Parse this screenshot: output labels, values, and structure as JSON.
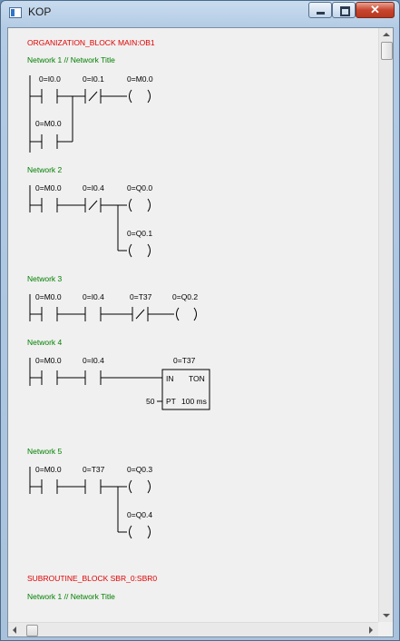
{
  "window": {
    "title": "KOP",
    "close_glyph": "✕",
    "icons": {
      "app": "app-icon",
      "minimize": "minimize-icon",
      "maximize": "maximize-icon",
      "close": "close-icon"
    }
  },
  "colors": {
    "header_red": "#e00000",
    "network_green": "#008000"
  },
  "blocks": {
    "main": {
      "header": "ORGANIZATION_BLOCK MAIN:OB1",
      "network1": {
        "title": "Network 1 // Network Title",
        "c1": "0=I0.0",
        "c2": "0=I0.1",
        "coil": "0=M0.0",
        "c3": "0=M0.0"
      },
      "network2": {
        "title": "Network 2",
        "c1": "0=M0.0",
        "c2": "0=I0.4",
        "coil1": "0=Q0.0",
        "coil2": "0=Q0.1"
      },
      "network3": {
        "title": "Network 3",
        "c1": "0=M0.0",
        "c2": "0=I0.4",
        "c3": "0=T37",
        "coil": "0=Q0.2"
      },
      "network4": {
        "title": "Network 4",
        "c1": "0=M0.0",
        "c2": "0=I0.4",
        "timer": "0=T37",
        "in": "IN",
        "type": "TON",
        "pt_val": "50",
        "pt": "PT",
        "base": "100 ms"
      },
      "network5": {
        "title": "Network 5",
        "c1": "0=M0.0",
        "c2": "0=T37",
        "coil1": "0=Q0.3",
        "coil2": "0=Q0.4"
      }
    },
    "sbr": {
      "header": "SUBROUTINE_BLOCK SBR_0:SBR0",
      "network1": {
        "title": "Network 1 // Network Title"
      }
    }
  }
}
